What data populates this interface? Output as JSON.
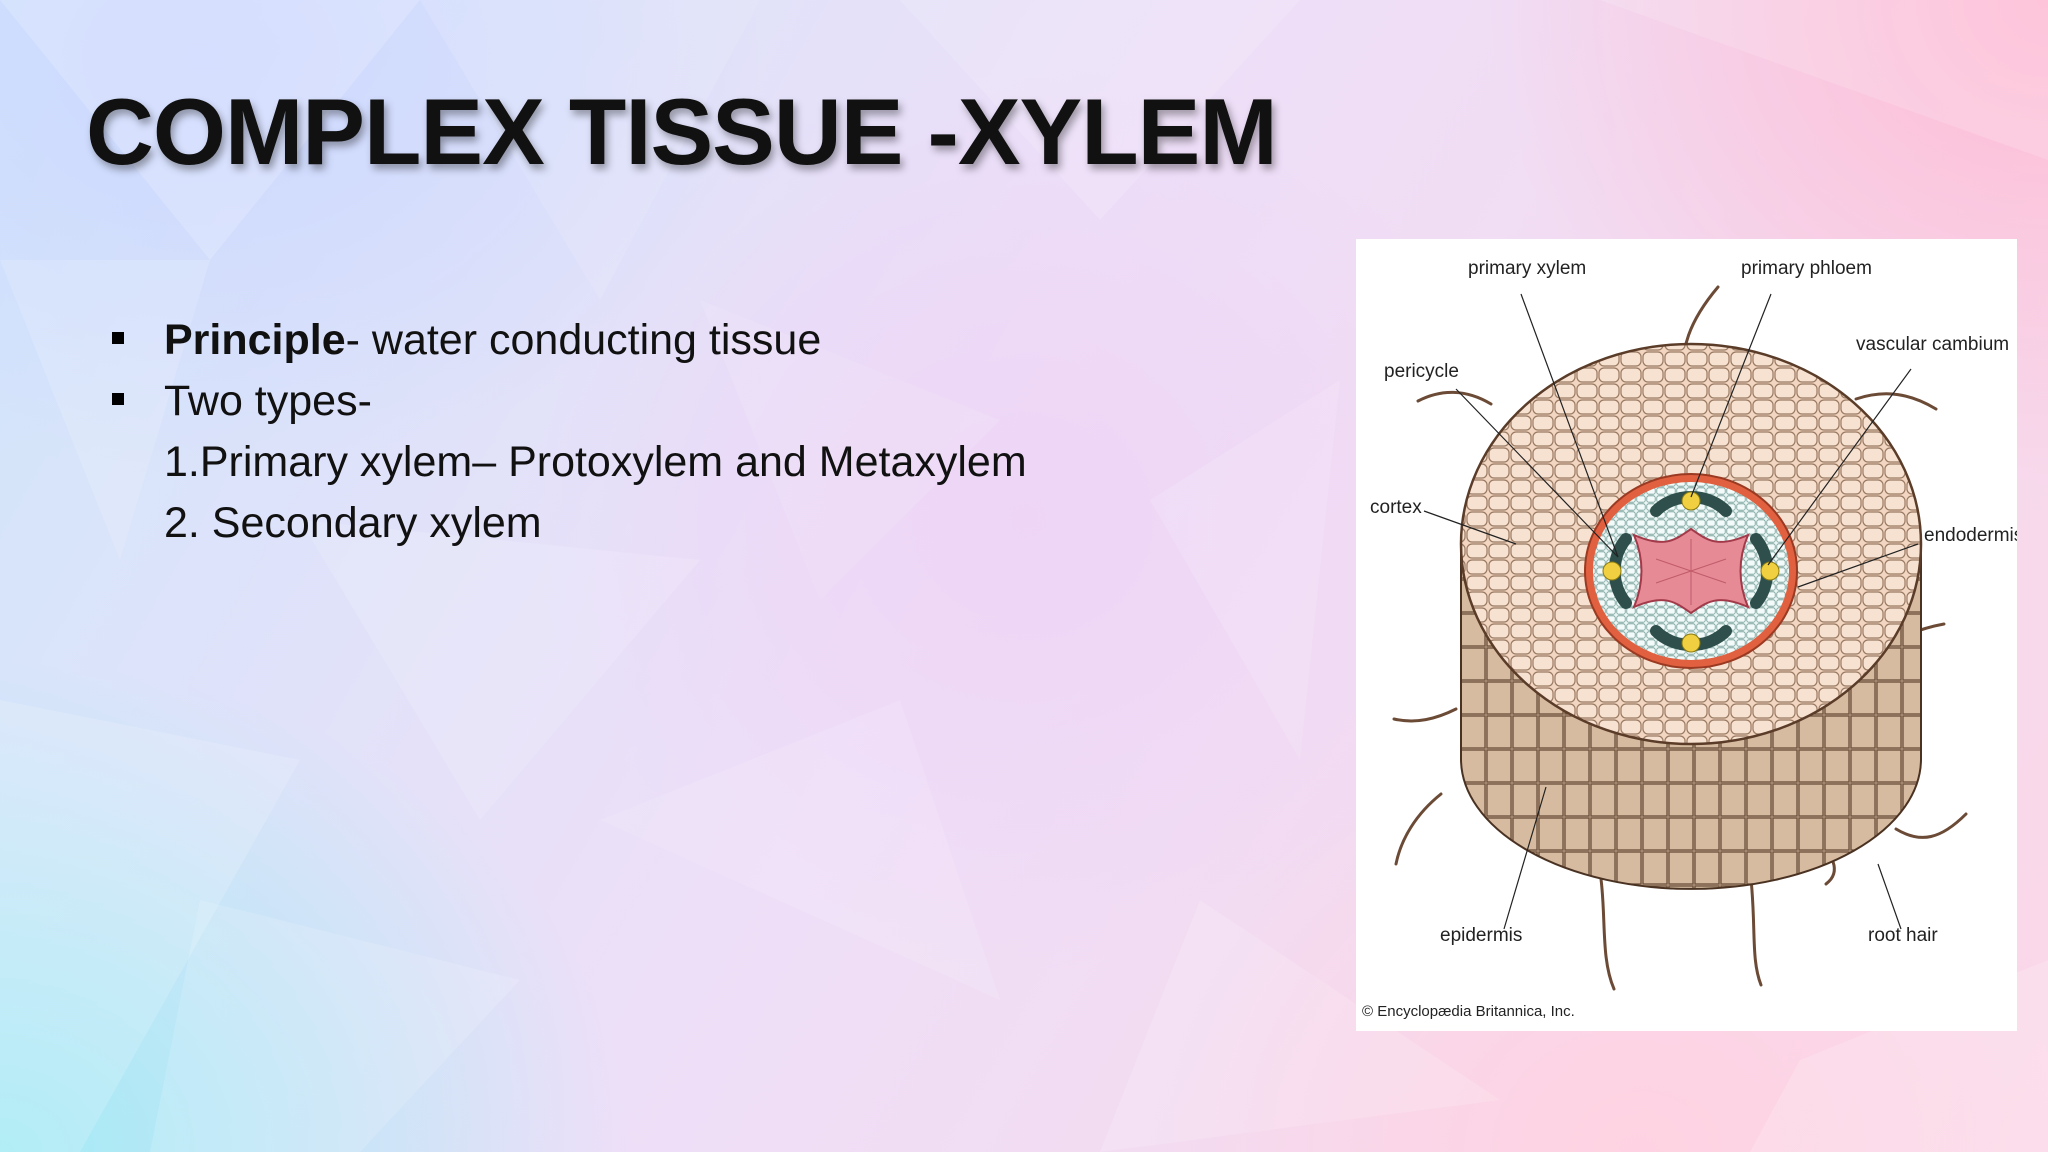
{
  "slide": {
    "title": "COMPLEX TISSUE -XYLEM",
    "bullets": [
      {
        "bold": "Principle",
        "text": "- water conducting tissue"
      },
      {
        "bold": "",
        "text": "Two types-"
      }
    ],
    "sub_items": [
      "1.Primary xylem– Protoxylem and Metaxylem",
      "2. Secondary xylem"
    ]
  },
  "figure": {
    "labels": {
      "primary_xylem": "primary xylem",
      "primary_phloem": "primary phloem",
      "vascular_cambium": "vascular cambium",
      "pericycle": "pericycle",
      "cortex": "cortex",
      "endodermis": "endodermis",
      "epidermis": "epidermis",
      "root_hair": "root hair"
    },
    "credit": "© Encyclopædia Britannica, Inc."
  },
  "colors": {
    "title": "#111111",
    "cortex_cell": "#f2d6c2",
    "epidermis_side": "#c8a98a",
    "endodermis_ring": "#e06040",
    "xylem_center": "#e68a96",
    "phloem": "#f0d040"
  }
}
